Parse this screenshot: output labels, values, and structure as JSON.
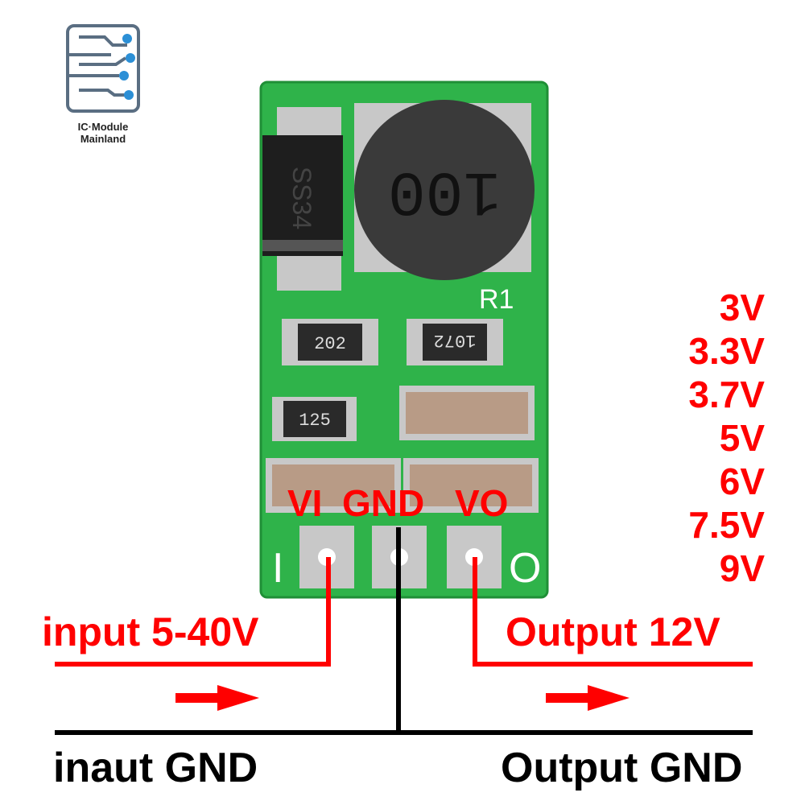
{
  "logo": {
    "line1": "IC·Module",
    "line2": "Mainland"
  },
  "board": {
    "inductor_marking": "100",
    "diode_marking": "SS34",
    "resistor1_marking": "202",
    "resistor2_marking": "1072",
    "resistor3_marking": "125",
    "silk_r1": "R1",
    "silk_i": "I",
    "silk_o": "O"
  },
  "pins": {
    "vi": "VI",
    "gnd": "GND",
    "vo": "VO"
  },
  "voltages": [
    "3V",
    "3.3V",
    "3.7V",
    "5V",
    "6V",
    "7.5V",
    "9V"
  ],
  "labels": {
    "input": "input 5-40V",
    "output": "Output 12V",
    "input_gnd": "inaut GND",
    "output_gnd": "Output GND"
  },
  "colors": {
    "pcb_green": "#2fb34a",
    "accent_red": "#ff0000",
    "wire_black": "#000000"
  }
}
